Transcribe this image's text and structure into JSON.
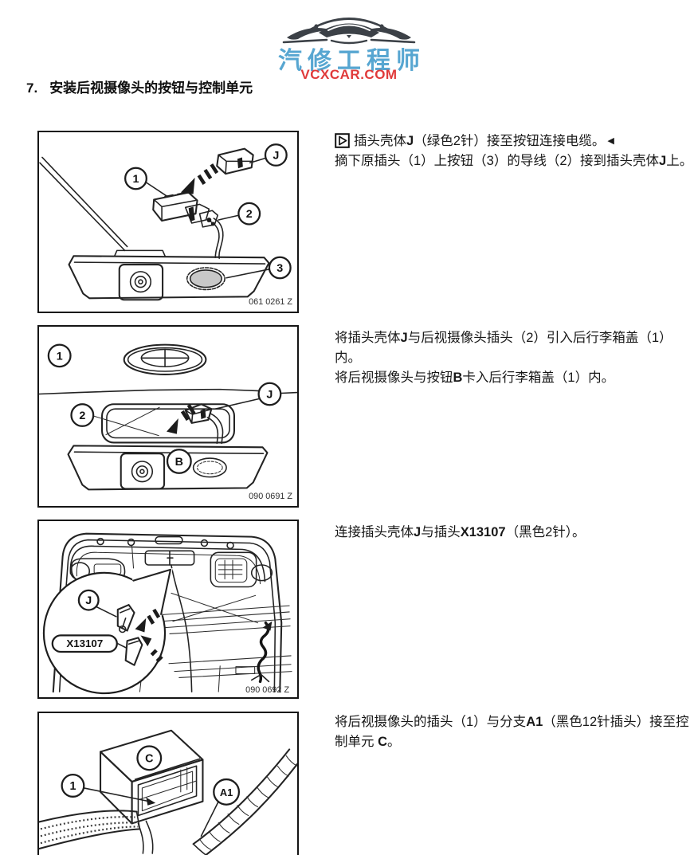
{
  "logo": {
    "brand": "汽修工程师",
    "site": "VCXCAR.COM",
    "brand_color": "#57a6d1",
    "site_color": "#e03a3a",
    "car_icon": "sports-car-silhouette"
  },
  "heading": {
    "number": "7.",
    "title": "安装后视摄像头的按钮与控制单元"
  },
  "icons": {
    "note_icon": "play-triangle-in-box",
    "continue_marker": "◀"
  },
  "steps": [
    {
      "figure_id": "061 0261 Z",
      "labels": {
        "j": "J",
        "n1": "1",
        "n2": "2",
        "n3": "3"
      },
      "marker": "◀",
      "p1": [
        {
          "t": "插头壳体"
        },
        {
          "t": "J"
        },
        {
          "t": "（绿色2针）接至按钮连接电缆。"
        }
      ],
      "p2": [
        {
          "t": "摘下原插头（1）上按钮（3）的导线（2）接到插头壳体"
        },
        {
          "t": "J"
        },
        {
          "t": "上。"
        }
      ]
    },
    {
      "figure_id": "090 0691 Z",
      "labels": {
        "n1": "1",
        "j": "J",
        "n2": "2",
        "b": "B"
      },
      "p1": [
        {
          "t": "将插头壳体"
        },
        {
          "t": "J"
        },
        {
          "t": "与后视摄像头插头（2）引入后行李箱盖（1）内。"
        }
      ],
      "p2": [
        {
          "t": "将后视摄像头与按钮"
        },
        {
          "t": "B"
        },
        {
          "t": "卡入后行李箱盖（1）内。"
        }
      ]
    },
    {
      "figure_id": "090 0692 Z",
      "labels": {
        "j": "J",
        "connector": "X13107"
      },
      "p1": [
        {
          "t": "连接插头壳体"
        },
        {
          "t": "J"
        },
        {
          "t": "与插头"
        },
        {
          "t": "X13107"
        },
        {
          "t": "（黑色2针）。"
        }
      ]
    },
    {
      "figure_id": "",
      "labels": {
        "c": "C",
        "n1": "1",
        "a1": "A1"
      },
      "p1": [
        {
          "t": "将后视摄像头的插头（1）与分支"
        },
        {
          "t": "A1"
        },
        {
          "t": "（黑色12针插头）接至控制单元 "
        },
        {
          "t": "C"
        },
        {
          "t": "。"
        }
      ]
    }
  ]
}
